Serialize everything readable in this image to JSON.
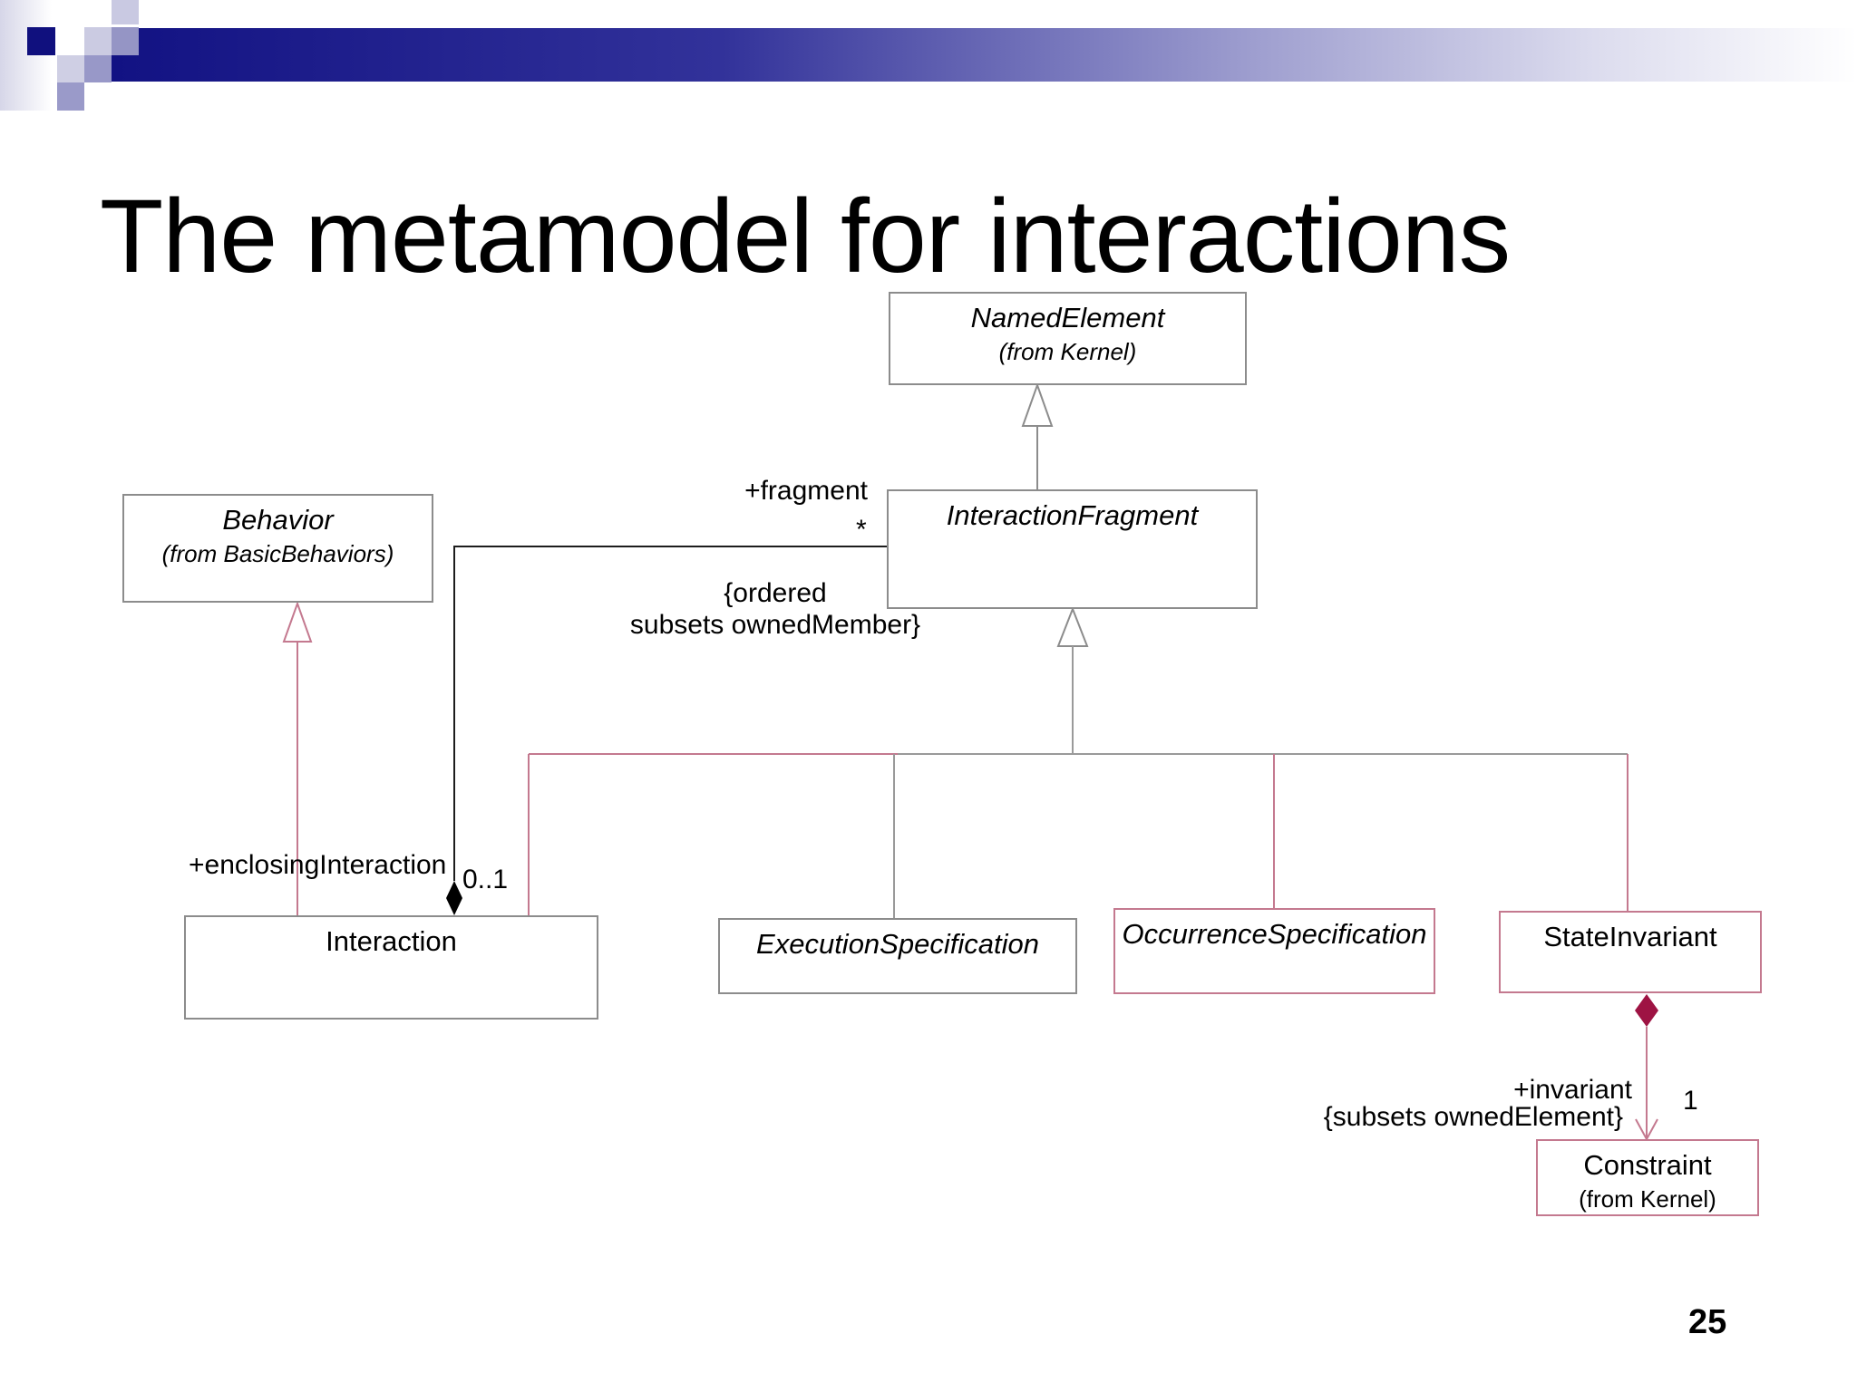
{
  "slide": {
    "title": "The metamodel for interactions",
    "page_number": "25"
  },
  "colors": {
    "header_navy": "#121283",
    "header_lavender": "#a0a0d0",
    "gray_border": "#8c8c8c",
    "pink_line": "#c4798f",
    "crimson_diamond": "#9e1343",
    "black_line": "#1d1d1d"
  },
  "diagram": {
    "classes": {
      "named_element": {
        "name": "NamedElement",
        "from": "(from Kernel)"
      },
      "interaction_fragment": {
        "name": "InteractionFragment"
      },
      "behavior": {
        "name": "Behavior",
        "from": "(from BasicBehaviors)"
      },
      "interaction": {
        "name": "Interaction"
      },
      "execution_specification": {
        "name": "ExecutionSpecification"
      },
      "occurrence_specification": {
        "name": "OccurrenceSpecification"
      },
      "state_invariant": {
        "name": "StateInvariant"
      },
      "constraint": {
        "name": "Constraint",
        "from": "(from Kernel)"
      }
    },
    "labels": {
      "fragment_role": "+fragment",
      "fragment_multiplicity": "*",
      "fragment_constraint_line1": "{ordered",
      "fragment_constraint_line2": "subsets ownedMember}",
      "enclosing_role": "+enclosingInteraction",
      "enclosing_multiplicity": "0..1",
      "invariant_role": "+invariant",
      "invariant_constraint": "{subsets ownedElement}",
      "invariant_multiplicity": "1"
    }
  }
}
